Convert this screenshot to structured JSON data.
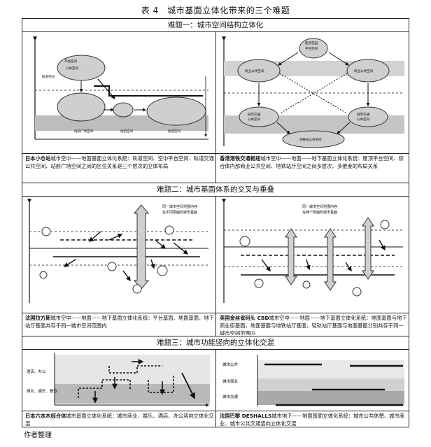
{
  "title": "表 4　城市基面立体化带来的三个难题",
  "sections": [
    {
      "heading": "难题一：城市空间结构立体化",
      "panels": [
        {
          "labels": [
            "平台空间",
            "公共空间",
            "站前广场空间",
            "街道空间",
            "站前空间",
            "街道空间"
          ],
          "caption_bold": "日本小仓站",
          "caption_text": "城市空中——地面基面立体化系统：轨道空间、空中平台空间、轨道交通公共空间、站前广场空间之间的区位关系是三个层次的立体布局"
        },
        {
          "labels": [
            "屋顶花园",
            "平台空间",
            "商业公共空间",
            "商业公共空间",
            "城市交通",
            "公共空间",
            "城市交通",
            "公共空间",
            "地铁站公共空间"
          ],
          "caption_bold": "香港港铁交通枢纽",
          "caption_text": "城市空中——地面——地下基面立体化系统：屋顶平台空间、综合体内部商业公共空间、地铁站厅空间之间多层次、多维度的布局关系"
        }
      ]
    },
    {
      "heading": "难题二：城市基面体系的交叉与重叠",
      "panels": [
        {
          "labels": [
            "同一城市空间范围内存",
            "在不同层面的城市基面"
          ],
          "caption_bold": "法国拉方斯",
          "caption_text": "城市空中——地面——地下基面立体化系统：平台基面、地面基面、地下站厅基面共存于同一城市空间范围内"
        },
        {
          "labels": [
            "同一城市空间范围内存",
            "在两个层面的城市基面"
          ],
          "caption_bold": "英国金丝雀码头 CBD",
          "caption_text": "城市空中——地面——地下基面立体化系统：地面基面与地下商业街基面，地面基面与地铁站厅基面，轻轨站厅基面与地面基面分别共存于同一城市空间范围内"
        }
      ]
    },
    {
      "heading": "难题三：城市功能竖向的立体化交混",
      "panels": [
        {
          "labels": [
            "酒店、办公",
            "商业、娱乐、餐饮"
          ],
          "caption_bold": "日本六本木综合体",
          "caption_text": "城市基面立体化系统：城市商业、娱乐、酒店、办公竖向立体化交混"
        },
        {
          "labels": [
            "城市公共",
            "城市商业",
            "城市交通"
          ],
          "caption_bold": "法国巴黎 DESHALLS",
          "caption_text": "城市地下——地面基面立体化系统：城市公共休憩、城市商业、城市公共交通竖向立体化交混"
        }
      ]
    }
  ],
  "footnote": "作者整理"
}
